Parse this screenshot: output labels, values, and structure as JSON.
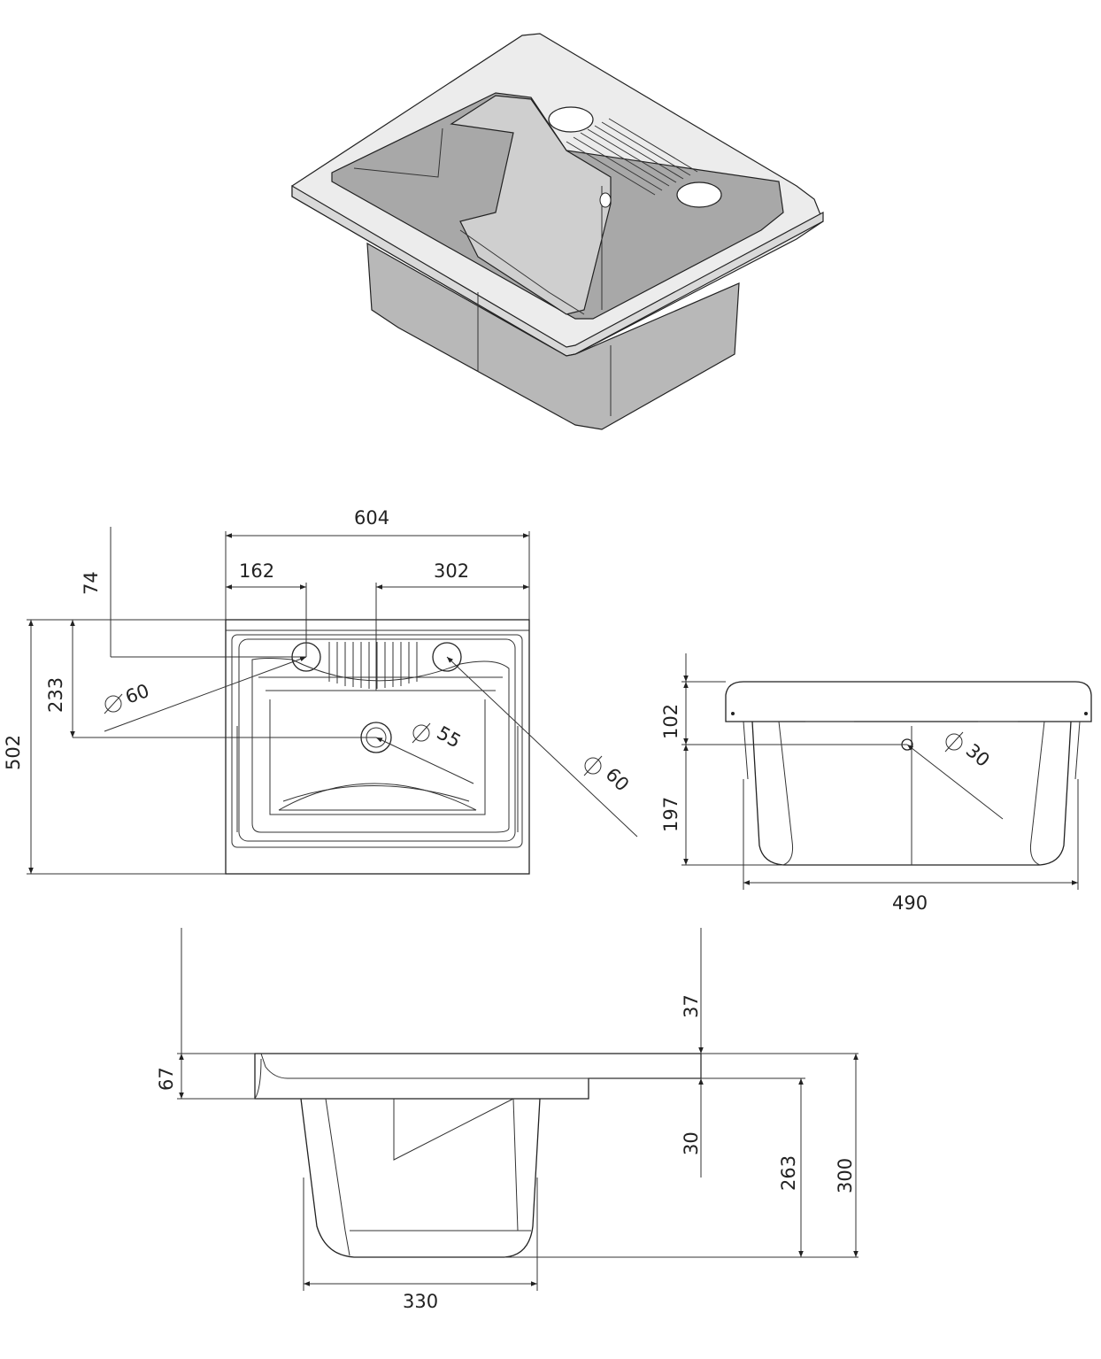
{
  "views": {
    "isometric": "3D view",
    "top": "top view",
    "side": "side view",
    "front": "front view"
  },
  "dimensions": {
    "top_width": "604",
    "top_offset_left": "162",
    "top_offset_right": "302",
    "top_74": "74",
    "top_233": "233",
    "top_depth": "502",
    "top_dia_left": "60",
    "top_dia_drain": "55",
    "top_dia_right": "60",
    "side_upper": "102",
    "side_lower": "197",
    "side_width": "490",
    "side_dia_overflow": "30",
    "front_37": "37",
    "front_67": "67",
    "front_30": "30",
    "front_263": "263",
    "front_300": "300",
    "front_bottom_width": "330"
  }
}
